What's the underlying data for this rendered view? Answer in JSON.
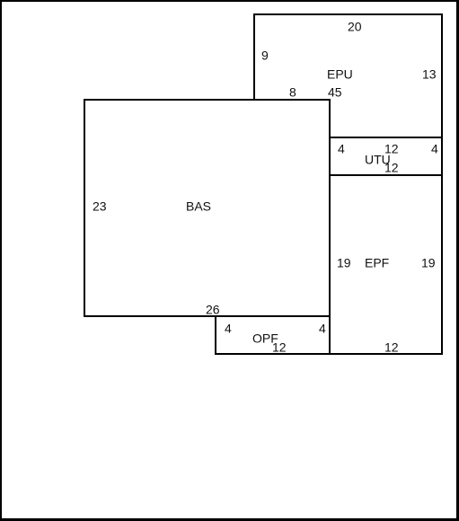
{
  "colors": {
    "line": "#000000",
    "text": "#111111",
    "background": "#ffffff"
  },
  "areas": [
    {
      "id": "epu",
      "label": "EPU",
      "dims": [
        {
          "id": "top",
          "text": "20"
        },
        {
          "id": "left",
          "text": "9"
        },
        {
          "id": "right",
          "text": "13"
        },
        {
          "id": "bottom-a",
          "text": "8"
        },
        {
          "id": "bottom-b",
          "text": "45"
        }
      ]
    },
    {
      "id": "utu",
      "label": "UTU",
      "dims": [
        {
          "id": "left",
          "text": "4"
        },
        {
          "id": "top",
          "text": "12"
        },
        {
          "id": "right",
          "text": "4"
        },
        {
          "id": "bottom",
          "text": "12"
        }
      ]
    },
    {
      "id": "bas",
      "label": "BAS",
      "dims": [
        {
          "id": "left",
          "text": "23"
        },
        {
          "id": "bottom",
          "text": "26"
        }
      ]
    },
    {
      "id": "epf",
      "label": "EPF",
      "dims": [
        {
          "id": "left",
          "text": "19"
        },
        {
          "id": "right",
          "text": "19"
        },
        {
          "id": "bottom",
          "text": "12"
        }
      ]
    },
    {
      "id": "opf",
      "label": "OPF",
      "dims": [
        {
          "id": "left",
          "text": "4"
        },
        {
          "id": "right",
          "text": "4"
        },
        {
          "id": "bottom",
          "text": "12"
        }
      ]
    }
  ]
}
